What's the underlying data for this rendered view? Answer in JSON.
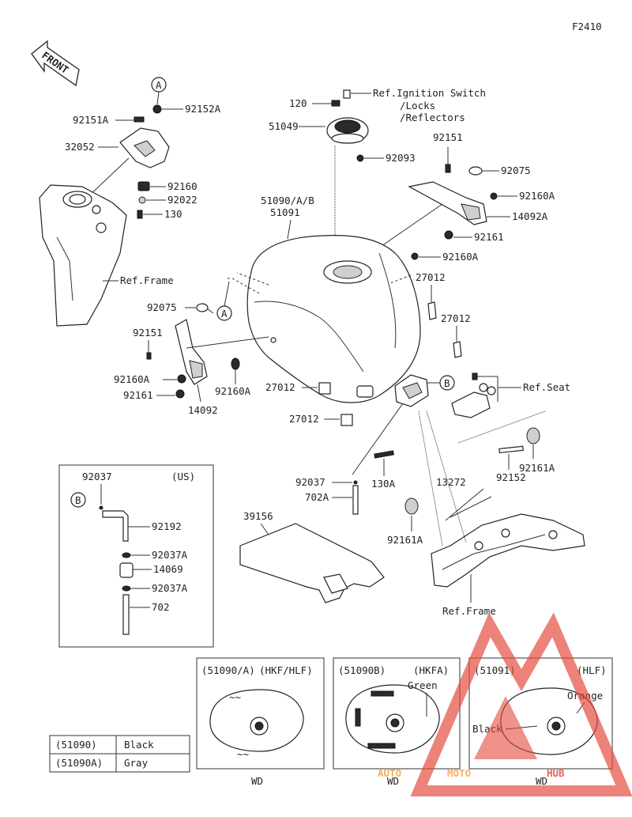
{
  "figure_code": "F2410",
  "front_label": "FRONT",
  "ref_labels": {
    "ignition_1": "Ref.Ignition Switch",
    "ignition_2": "/Locks",
    "ignition_3": "/Reflectors",
    "frame_top": "Ref.Frame",
    "frame_bottom": "Ref.Frame",
    "seat": "Ref.Seat"
  },
  "circle_refs": {
    "a1": "A",
    "a2": "A",
    "b1": "B",
    "b2": "B"
  },
  "parts": {
    "p92151A": "92151A",
    "p92152A": "92152A",
    "p32052": "32052",
    "p92160": "92160",
    "p92022": "92022",
    "p130": "130",
    "p120": "120",
    "p51049": "51049",
    "p92093": "92093",
    "p92151_r": "92151",
    "p92075_r": "92075",
    "p92160A_r1": "92160A",
    "p14092A": "14092A",
    "p92161_r": "92161",
    "p92160A_r2": "92160A",
    "p51090": "51090/A/B",
    "p51091": "51091",
    "p27012_a": "27012",
    "p27012_b": "27012",
    "p27012_c": "27012",
    "p27012_d": "27012",
    "p92075_l": "92075",
    "p92151_l": "92151",
    "p92160A_l": "92160A",
    "p92161_l": "92161",
    "p14092": "14092",
    "p92160A_m": "92160A",
    "p92037": "92037",
    "p702A": "702A",
    "p130A": "130A",
    "p13272": "13272",
    "p92161A_a": "92161A",
    "p92152": "92152",
    "p92161A_b": "92161A",
    "p39156": "39156"
  },
  "us_box": {
    "title": "(US)",
    "p92037": "92037",
    "p92192": "92192",
    "p92037A_1": "92037A",
    "p14069": "14069",
    "p92037A_2": "92037A",
    "p702": "702",
    "ref": "B"
  },
  "variants": [
    {
      "code": "(51090/A)",
      "models": "(HKF/HLF)",
      "wd": "WD",
      "tags": []
    },
    {
      "code": "(51090B)",
      "models": "(HKFA)",
      "wd": "WD",
      "tags": [
        "Green"
      ]
    },
    {
      "code": "(51091)",
      "models": "(HLF)",
      "wd": "WD",
      "tags": [
        "Orange",
        "Black"
      ]
    }
  ],
  "color_table": [
    {
      "code": "(51090)",
      "color": "Black"
    },
    {
      "code": "(51090A)",
      "color": "Gray"
    }
  ],
  "watermark": {
    "part1": "AUTO",
    "part2": "MOTO",
    "part3": "HUB"
  },
  "colors": {
    "watermark_red": "#e4483c",
    "watermark_orange": "#f3a24a",
    "line": "#333333"
  }
}
